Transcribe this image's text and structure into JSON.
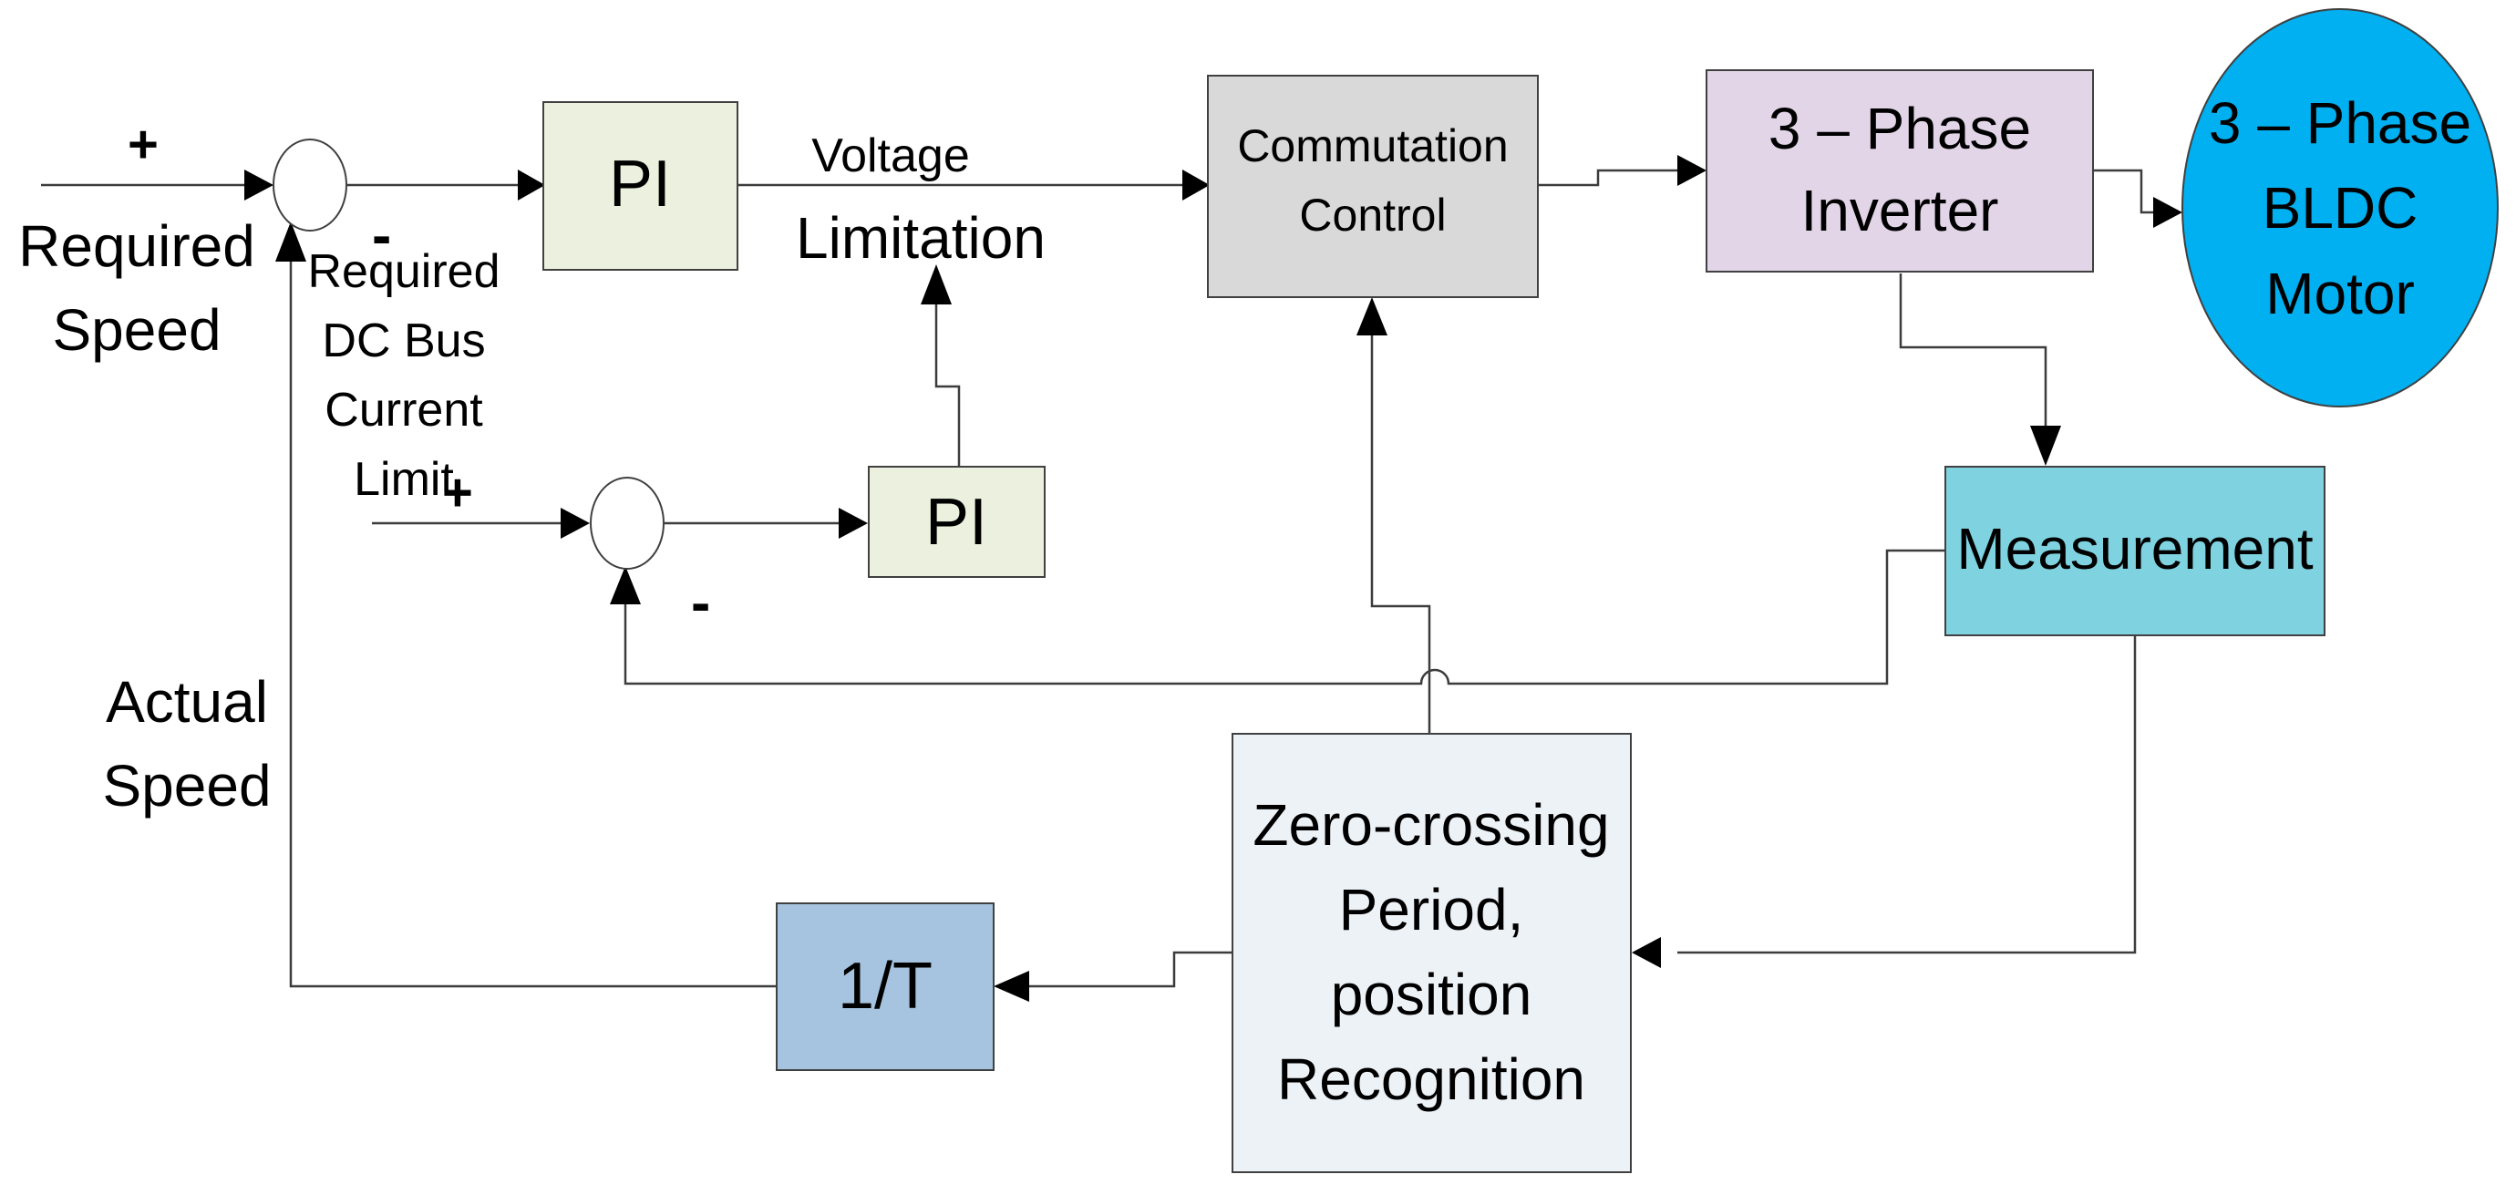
{
  "blocks": {
    "pi_speed": "PI",
    "pi_current": "PI",
    "commutation_control": [
      "Commutation",
      "Control"
    ],
    "inverter": [
      "3 – Phase",
      "Inverter"
    ],
    "motor": [
      "3 – Phase",
      "BLDC",
      "Motor"
    ],
    "measurement": "Measurement",
    "zero_crossing": [
      "Zero-crossing",
      "Period,",
      "position",
      "Recognition"
    ],
    "inverse_t": "1/T"
  },
  "labels": {
    "required_speed": [
      "Required",
      "Speed"
    ],
    "actual_speed": [
      "Actual",
      "Speed"
    ],
    "dc_bus_limit": [
      "Required",
      "DC Bus",
      "Current",
      "Limit"
    ],
    "voltage": "Voltage",
    "limitation": "Limitation",
    "sum1_plus": "+",
    "sum1_minus": "-",
    "sum2_plus": "+",
    "sum2_minus": "-"
  },
  "colors": {
    "pi_fill": "#ebf1de",
    "commutation_fill": "#d9d9d9",
    "inverter_fill": "#e2d5e7",
    "motor_fill": "#00b0f0",
    "measurement_fill": "#7fd3e1",
    "zero_crossing_fill": "#edf2f7",
    "inverse_t_fill": "#a6c4e0",
    "block_stroke": "#404040",
    "wire": "#3c3c3c"
  }
}
